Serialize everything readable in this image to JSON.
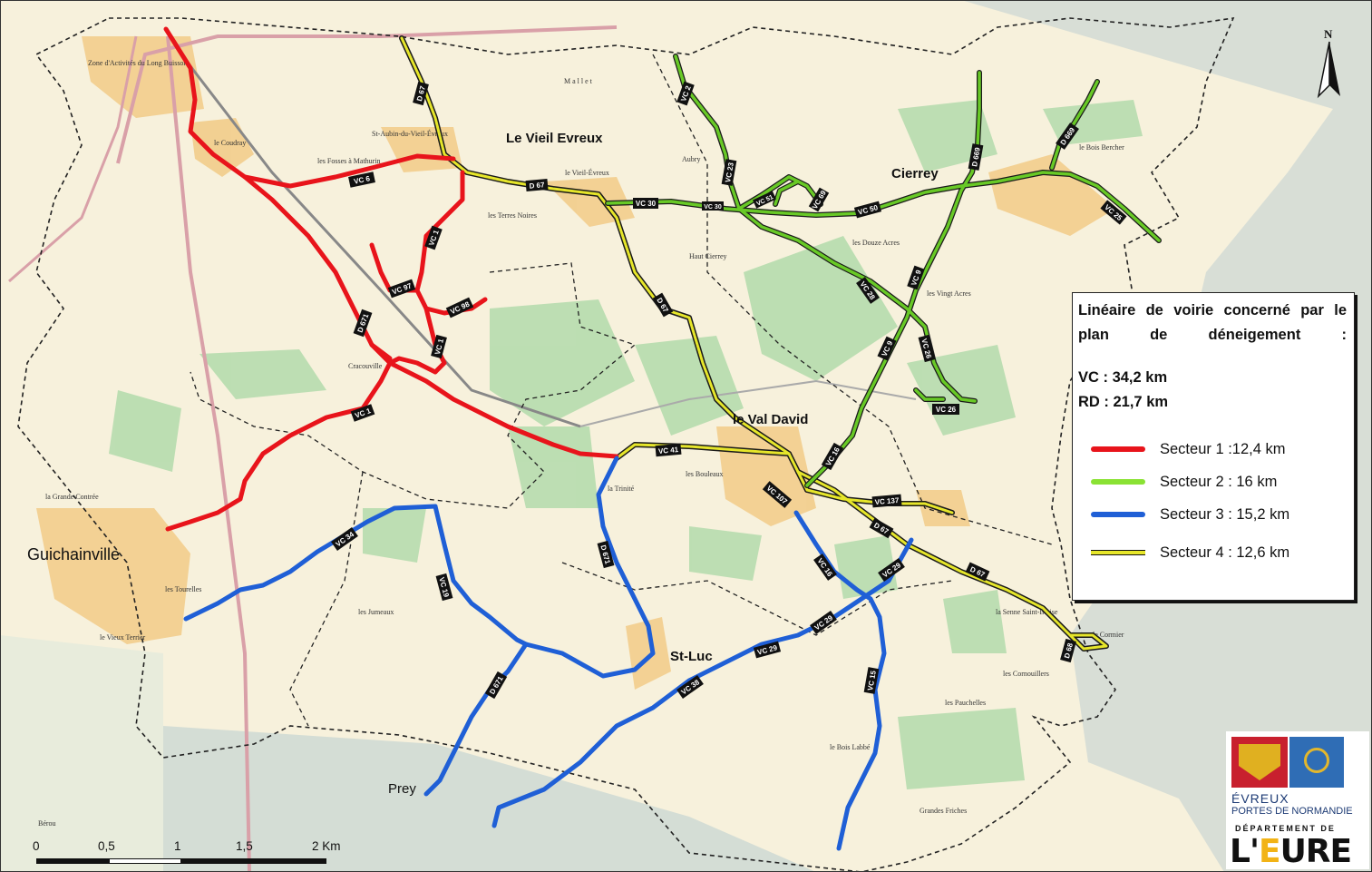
{
  "places": {
    "vieil_evreux": "Le Vieil Evreux",
    "cierrey": "Cierrey",
    "val_david": "le Val David",
    "st_luc": "St-Luc",
    "guichainville": "Guichainville",
    "vieil_evreux_small": "le Vieil-Évreux",
    "st_aubin": "St-Aubin-du-Vieil-Évreux",
    "coudray": "le Coudray",
    "la_trinite": "la Trinité",
    "prey": "Prey",
    "cracouville": "Cracouville",
    "zone_activites": "Zone d'Activités du Long Buisson",
    "mallet": "M a l l e t",
    "haut_cierrey": "Haut Cierrey",
    "aubry": "Aubry",
    "fosses_mathurin": "les Fosses à Mathurin",
    "terres_noires": "les Terres Noires",
    "douze_acres": "les Douze Acres",
    "vingt_acres": "les Vingt Acres",
    "les_bouleaux": "les Bouleaux",
    "la_grande_contree": "la Grande Contrée",
    "les_tourelles": "les Tourelles",
    "les_jumeaux": "les Jumeaux",
    "le_vieux_terrier": "le Vieux Terrier",
    "les_cornouillers": "les Cornouillers",
    "les_pauchelles": "les Pauchelles",
    "le_cormier": "le Cormier",
    "la_senne": "la Senne Saint-Blaise",
    "le_bois_bercher": "le Bois Bercher",
    "bois_labbe": "le Bois Labbé",
    "berou": "Bérou",
    "grandes_friches": "Grandes Friches"
  },
  "road_labels": [
    {
      "id": "vc6",
      "text": "VC 6"
    },
    {
      "id": "vc1a",
      "text": "VC 1"
    },
    {
      "id": "vc97",
      "text": "VC 97"
    },
    {
      "id": "vc98",
      "text": "VC 98"
    },
    {
      "id": "vc1b",
      "text": "VC 1"
    },
    {
      "id": "vc1c",
      "text": "VC 1"
    },
    {
      "id": "d671a",
      "text": "D 671"
    },
    {
      "id": "d67a",
      "text": "D 67"
    },
    {
      "id": "d67b",
      "text": "D 67"
    },
    {
      "id": "vc30a",
      "text": "VC 30"
    },
    {
      "id": "vc2",
      "text": "VC 2"
    },
    {
      "id": "vc23",
      "text": "VC 23"
    },
    {
      "id": "vc30b",
      "text": "VC 30"
    },
    {
      "id": "vc51",
      "text": "VC 51"
    },
    {
      "id": "vc69",
      "text": "VC 69"
    },
    {
      "id": "vc50",
      "text": "VC 50"
    },
    {
      "id": "d669a",
      "text": "D 669"
    },
    {
      "id": "d669b",
      "text": "D 669"
    },
    {
      "id": "vc25",
      "text": "VC 25"
    },
    {
      "id": "vc28",
      "text": "VC 28"
    },
    {
      "id": "vc9a",
      "text": "VC 9"
    },
    {
      "id": "vc9b",
      "text": "VC 9"
    },
    {
      "id": "vc26a",
      "text": "VC 26"
    },
    {
      "id": "vc26b",
      "text": "VC 26"
    },
    {
      "id": "d67c",
      "text": "D 67"
    },
    {
      "id": "vc41",
      "text": "VC 41"
    },
    {
      "id": "vc16a",
      "text": "VC 16"
    },
    {
      "id": "vc107",
      "text": "VC 107"
    },
    {
      "id": "vc137",
      "text": "VC 137"
    },
    {
      "id": "d67d",
      "text": "D 67"
    },
    {
      "id": "d67e",
      "text": "D 67"
    },
    {
      "id": "d68",
      "text": "D 68"
    },
    {
      "id": "vc34",
      "text": "VC 34"
    },
    {
      "id": "vc19",
      "text": "VC 19"
    },
    {
      "id": "d671b",
      "text": "D 671"
    },
    {
      "id": "d671c",
      "text": "D 671"
    },
    {
      "id": "vc16b",
      "text": "VC 16"
    },
    {
      "id": "vc29a",
      "text": "VC 29"
    },
    {
      "id": "vc29b",
      "text": "VC 29"
    },
    {
      "id": "vc29c",
      "text": "VC 29"
    },
    {
      "id": "vc38",
      "text": "VC 38"
    },
    {
      "id": "vc15",
      "text": "VC 15"
    }
  ],
  "legend": {
    "title": "Linéaire de voirie concerné par le plan de déneigement :",
    "vc": "VC : 34,2 km",
    "rd": "RD : 21,7 km",
    "sectors": [
      {
        "label": "Secteur 1 :12,4 km",
        "color": "#e8141b"
      },
      {
        "label": "Secteur 2 : 16 km",
        "color": "#8ae234"
      },
      {
        "label": "Secteur 3 : 15,2 km",
        "color": "#1f5fd6"
      },
      {
        "label": "Secteur 4 : 12,6 km",
        "color": "#e6e62a"
      }
    ]
  },
  "north": "N",
  "scale": {
    "labels": [
      "0",
      "0,5",
      "1",
      "1,5",
      "2 Km"
    ]
  },
  "logos": {
    "evreux_line1": "ÉVREUX",
    "evreux_line2": "PORTES DE NORMANDIE",
    "eure_line1": "DÉPARTEMENT DE",
    "eure_l": "L'",
    "eure_e": "E",
    "eure_rest": "URE"
  },
  "colors": {
    "sector1": "#e8141b",
    "sector2": "#68c926",
    "sector3": "#1f5fd6",
    "sector4": "#e6e62a",
    "urban": "#f2cf8f",
    "forest": "#b6dcae",
    "background": "#fdfbf3",
    "outside": "#cfdad4"
  }
}
